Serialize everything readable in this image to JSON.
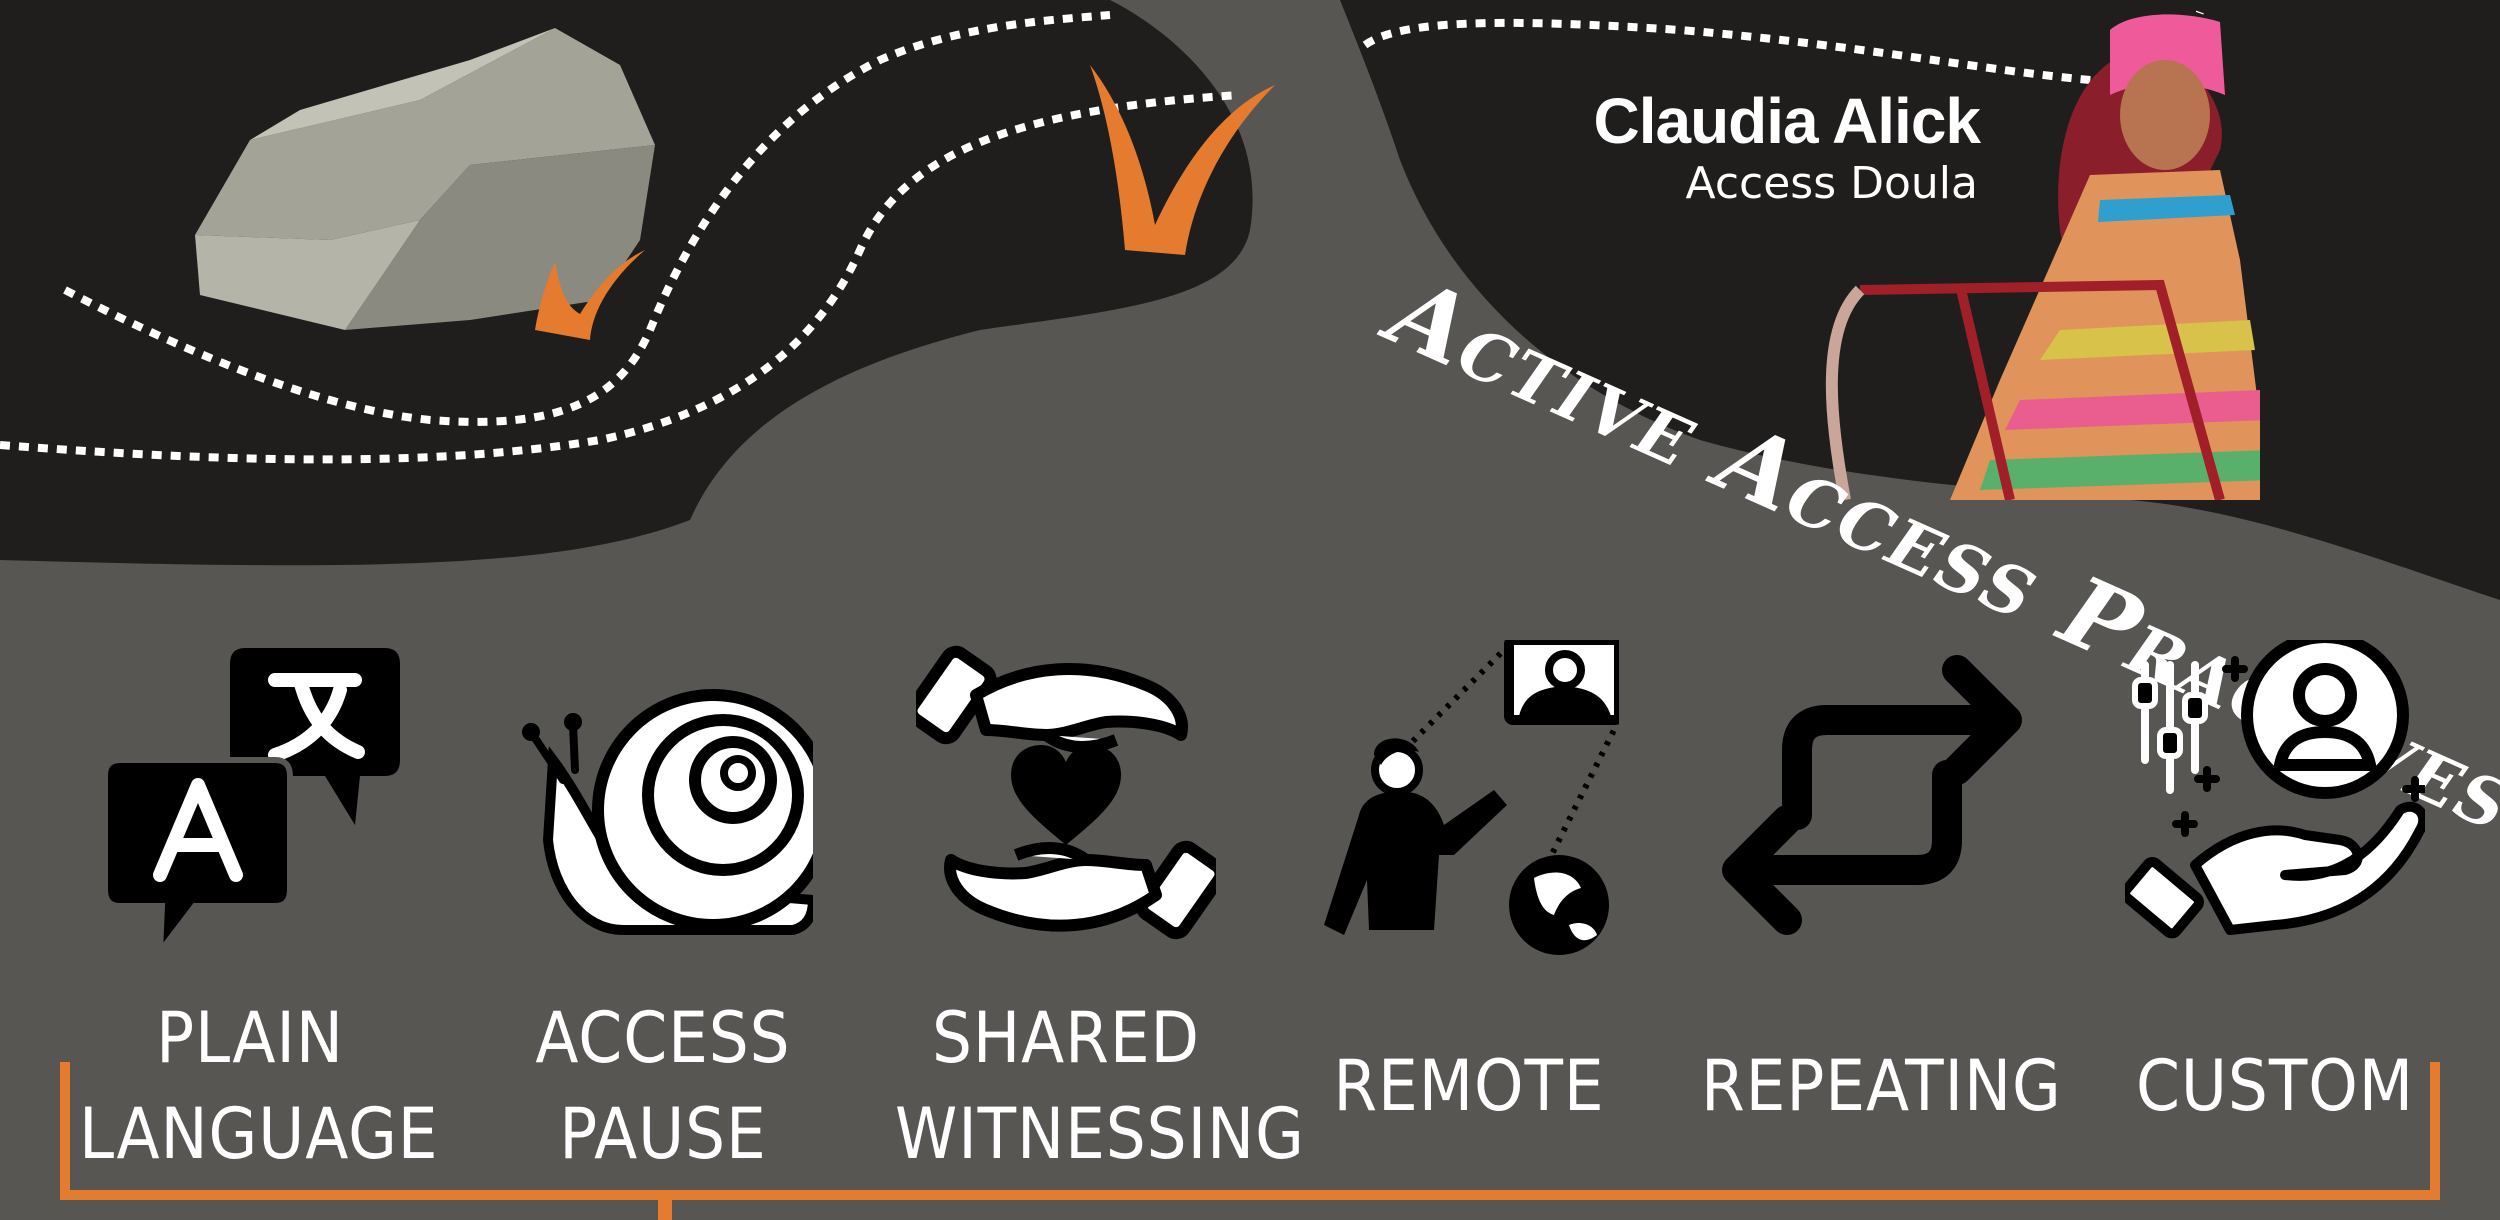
{
  "person": {
    "name": "Claudia Alick",
    "role": "Access Doula"
  },
  "headline": "Active Access Practives",
  "practices": [
    {
      "icon": "translate-speech-bubbles-icon",
      "line1": "PLAIN",
      "line2": "LANGUAGE"
    },
    {
      "icon": "snail-icon",
      "line1": "ACCESS",
      "line2": "PAUSE"
    },
    {
      "icon": "hands-heart-icon",
      "line1": "SHARED",
      "line2": "WITNESSING"
    },
    {
      "icon": "remote-presenter-globe-icon",
      "line1": "REMOTE"
    },
    {
      "icon": "repeat-arrows-icon",
      "line1": "REPEATING"
    },
    {
      "icon": "hand-user-settings-icon",
      "line1": "CUSTOM"
    }
  ],
  "colors": {
    "background": "#585652",
    "dark_area": "#1f1e1d",
    "accent_orange": "#e57b2e",
    "rock": "#9a9a8f",
    "text": "#ffffff"
  }
}
